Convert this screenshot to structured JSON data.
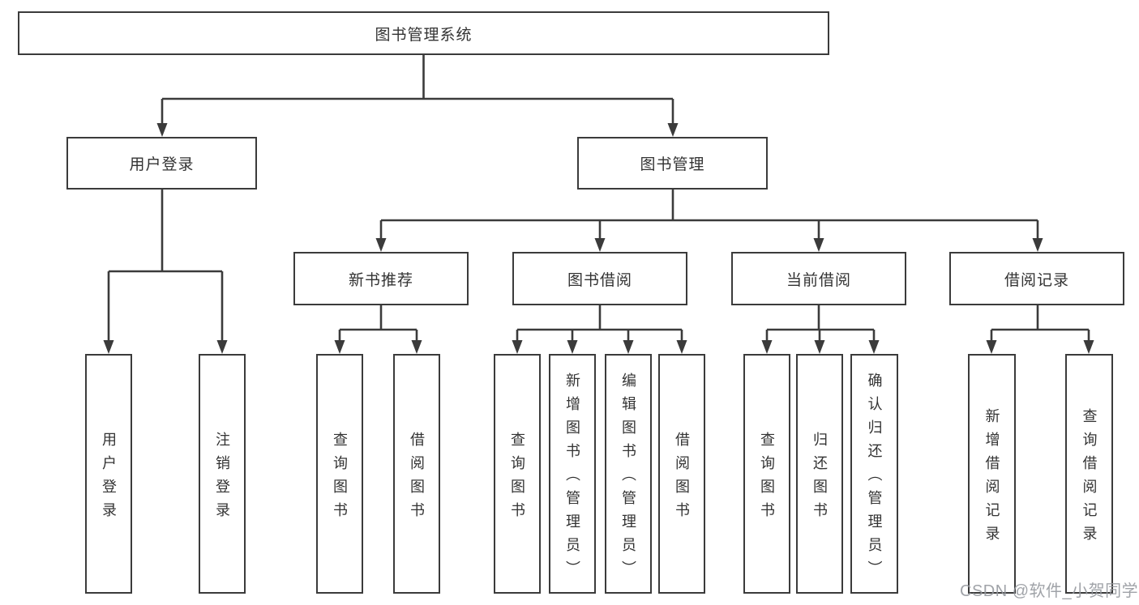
{
  "colors": {
    "line": "#3b3b3b",
    "text": "#333333",
    "watermark": "#96999e",
    "background": "#ffffff"
  },
  "tree": {
    "root": {
      "label": "图书管理系统"
    },
    "branches": [
      {
        "label": "用户登录",
        "children": [
          {
            "label": "用户登录"
          },
          {
            "label": "注销登录"
          }
        ]
      },
      {
        "label": "图书管理",
        "children": [
          {
            "label": "新书推荐",
            "children": [
              {
                "label": "查询图书"
              },
              {
                "label": "借阅图书"
              }
            ]
          },
          {
            "label": "图书借阅",
            "children": [
              {
                "label": "查询图书"
              },
              {
                "label": "新增图书（管理员）"
              },
              {
                "label": "编辑图书（管理员）"
              },
              {
                "label": "借阅图书"
              }
            ]
          },
          {
            "label": "当前借阅",
            "children": [
              {
                "label": "查询图书"
              },
              {
                "label": "归还图书"
              },
              {
                "label": "确认归还（管理员）"
              }
            ]
          },
          {
            "label": "借阅记录",
            "children": [
              {
                "label": "新增借阅记录"
              },
              {
                "label": "查询借阅记录"
              }
            ]
          }
        ]
      }
    ]
  },
  "watermark": {
    "text": "CSDN @软件_小贺同学"
  }
}
